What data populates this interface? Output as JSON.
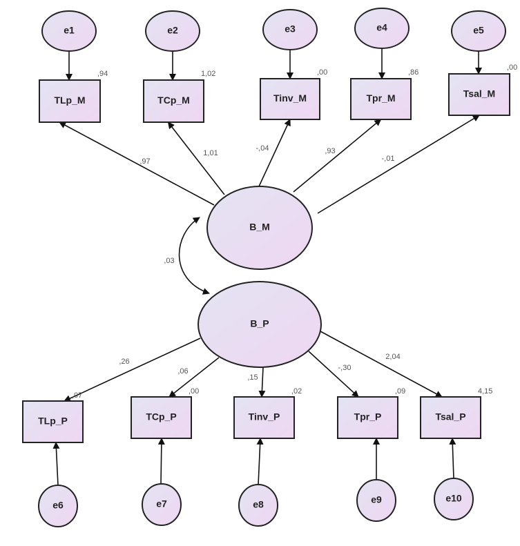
{
  "title": "",
  "colors": {
    "fill_start": "#e3e4f2",
    "fill_end": "#efd6f2",
    "stroke": "#222222",
    "text": "#222222",
    "numbers": "#555555"
  },
  "latents": [
    {
      "id": "B_M",
      "label": "B_M"
    },
    {
      "id": "B_P",
      "label": "B_P"
    }
  ],
  "indicators_top": [
    {
      "id": "TLp_M",
      "label": "TLp_M",
      "variance": ",94",
      "loading": ",97",
      "error": "e1"
    },
    {
      "id": "TCp_M",
      "label": "TCp_M",
      "variance": "1,02",
      "loading": "1,01",
      "error": "e2"
    },
    {
      "id": "Tinv_M",
      "label": "Tinv_M",
      "variance": ",00",
      "loading": "-,04",
      "error": "e3"
    },
    {
      "id": "Tpr_M",
      "label": "Tpr_M",
      "variance": ",86",
      "loading": ",93",
      "error": "e4"
    },
    {
      "id": "Tsal_M",
      "label": "Tsal_M",
      "variance": ",00",
      "loading": "-,01",
      "error": "e5"
    }
  ],
  "indicators_bottom": [
    {
      "id": "TLp_P",
      "label": "TLp_P",
      "variance": ",07",
      "loading": ",26",
      "error": "e6"
    },
    {
      "id": "TCp_P",
      "label": "TCp_P",
      "variance": ",00",
      "loading": ",06",
      "error": "e7"
    },
    {
      "id": "Tinv_P",
      "label": "Tinv_P",
      "variance": ",02",
      "loading": ",15",
      "error": "e8"
    },
    {
      "id": "Tpr_P",
      "label": "Tpr_P",
      "variance": ",09",
      "loading": "-,30",
      "error": "e9"
    },
    {
      "id": "Tsal_P",
      "label": "Tsal_P",
      "variance": "4,15",
      "loading": "2,04",
      "error": "e10"
    }
  ],
  "covariance": {
    "between": [
      "B_M",
      "B_P"
    ],
    "value": ",03"
  }
}
